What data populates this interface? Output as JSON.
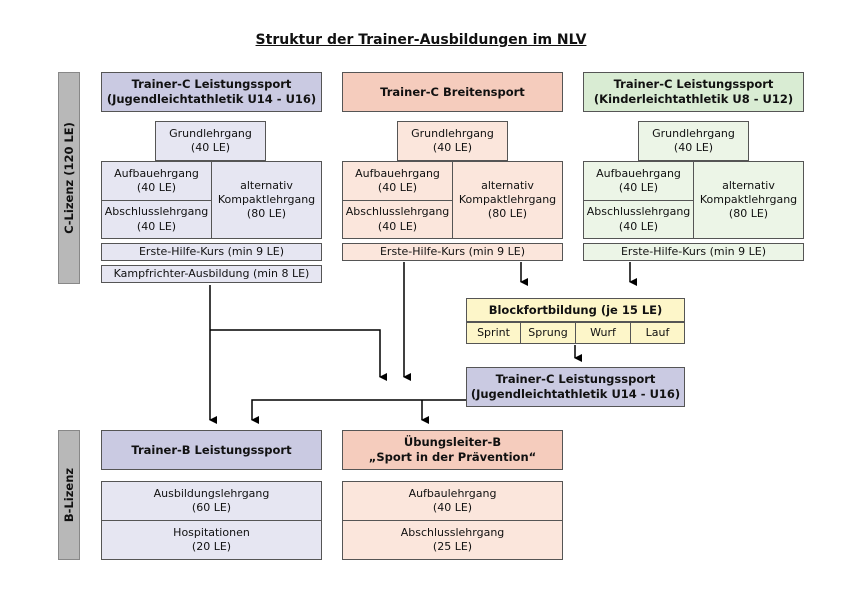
{
  "title": "Struktur der Trainer-Ausbildungen im NLV",
  "side_labels": {
    "c_lizenz": "C-Lizenz (120 LE)",
    "b_lizenz": "B-Lizenz"
  },
  "columns": {
    "col1": {
      "header": "Trainer-C Leistungssport\n(Jugendleichtathletik U14 - U16)",
      "grundlehrgang": "Grundlehrgang\n(40 LE)",
      "aufbau": "Aufbauehrgang\n(40 LE)",
      "abschluss": "Abschlusslehrgang\n(40 LE)",
      "kompakt": "alternativ\nKompaktlehrgang\n(80 LE)",
      "erste_hilfe": "Erste-Hilfe-Kurs (min 9 LE)",
      "kampfrichter": "Kampfrichter-Ausbildung (min 8 LE)"
    },
    "col2": {
      "header": "Trainer-C Breitensport",
      "grundlehrgang": "Grundlehrgang\n(40 LE)",
      "aufbau": "Aufbauehrgang\n(40 LE)",
      "abschluss": "Abschlusslehrgang\n(40 LE)",
      "kompakt": "alternativ\nKompaktlehrgang\n(80 LE)",
      "erste_hilfe": "Erste-Hilfe-Kurs (min 9 LE)"
    },
    "col3": {
      "header": "Trainer-C Leistungssport\n(Kinderleichtathletik U8 - U12)",
      "grundlehrgang": "Grundlehrgang\n(40 LE)",
      "aufbau": "Aufbauehrgang\n(40 LE)",
      "abschluss": "Abschlusslehrgang\n(40 LE)",
      "kompakt": "alternativ\nKompaktlehrgang\n(80 LE)",
      "erste_hilfe": "Erste-Hilfe-Kurs (min 9 LE)"
    }
  },
  "blockfortbildung": {
    "header": "Blockfortbildung (je 15 LE)",
    "items": [
      "Sprint",
      "Sprung",
      "Wurf",
      "Lauf"
    ]
  },
  "trainer_c_target": "Trainer-C Leistungssport\n(Jugendleichtathletik U14 - U16)",
  "b_lizenz": {
    "trainer_b": {
      "header": "Trainer-B Leistungssport",
      "ausbildung": "Ausbildungslehrgang\n(60 LE)",
      "hospitationen": "Hospitationen\n(20 LE)"
    },
    "uebungsleiter": {
      "header": "Übungsleiter-B\n„Sport in der Prävention“",
      "aufbau": "Aufbaulehrgang\n(40 LE)",
      "abschluss": "Abschlusslehrgang\n(25 LE)"
    }
  },
  "colors": {
    "purple_header": "#cacae2",
    "purple_light": "#e6e6f2",
    "salmon_header": "#f5ccbd",
    "salmon_light": "#fbe6dc",
    "green_header": "#d9ecd3",
    "green_light": "#ecf5e7",
    "yellow_header": "#fdf6c9",
    "side_bar": "#b8b8b8"
  }
}
